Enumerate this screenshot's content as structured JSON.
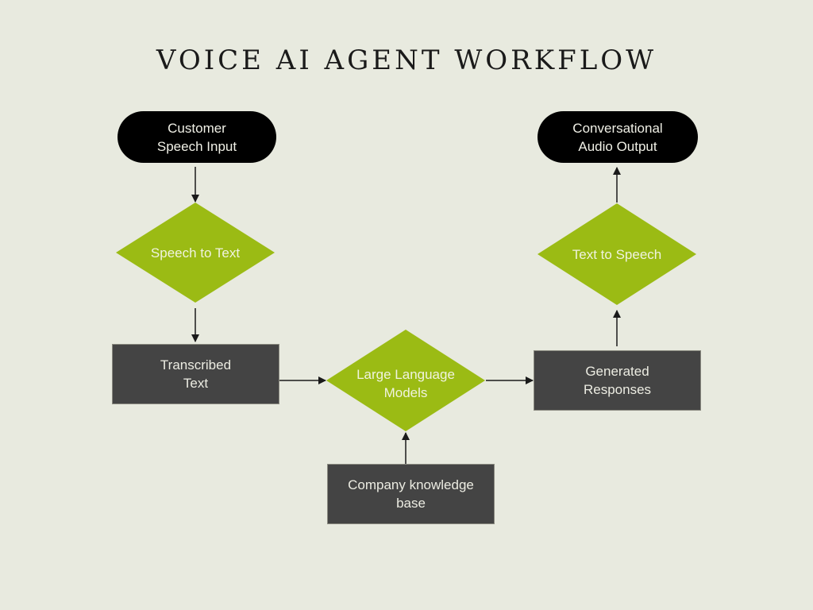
{
  "title": "VOICE AI AGENT WORKFLOW",
  "colors": {
    "background": "#e8eadf",
    "terminal_fill": "#000000",
    "process_fill": "#444444",
    "decision_fill": "#9bbb14",
    "arrow": "#1a1a1a"
  },
  "nodes": {
    "customer_speech_input": {
      "shape": "terminal",
      "label_line1": "Customer",
      "label_line2": "Speech Input"
    },
    "speech_to_text": {
      "shape": "decision",
      "label": "Speech to Text"
    },
    "transcribed_text": {
      "shape": "process",
      "label_line1": "Transcribed",
      "label_line2": "Text"
    },
    "large_language_models": {
      "shape": "decision",
      "label_line1": "Large Language",
      "label_line2": "Models"
    },
    "company_knowledge_base": {
      "shape": "process",
      "label_line1": "Company knowledge",
      "label_line2": "base"
    },
    "generated_responses": {
      "shape": "process",
      "label_line1": "Generated",
      "label_line2": "Responses"
    },
    "text_to_speech": {
      "shape": "decision",
      "label": "Text to Speech"
    },
    "conversational_audio_output": {
      "shape": "terminal",
      "label_line1": "Conversational",
      "label_line2": "Audio Output"
    }
  },
  "edges": [
    {
      "from": "customer_speech_input",
      "to": "speech_to_text"
    },
    {
      "from": "speech_to_text",
      "to": "transcribed_text"
    },
    {
      "from": "transcribed_text",
      "to": "large_language_models"
    },
    {
      "from": "company_knowledge_base",
      "to": "large_language_models"
    },
    {
      "from": "large_language_models",
      "to": "generated_responses"
    },
    {
      "from": "generated_responses",
      "to": "text_to_speech"
    },
    {
      "from": "text_to_speech",
      "to": "conversational_audio_output"
    }
  ]
}
